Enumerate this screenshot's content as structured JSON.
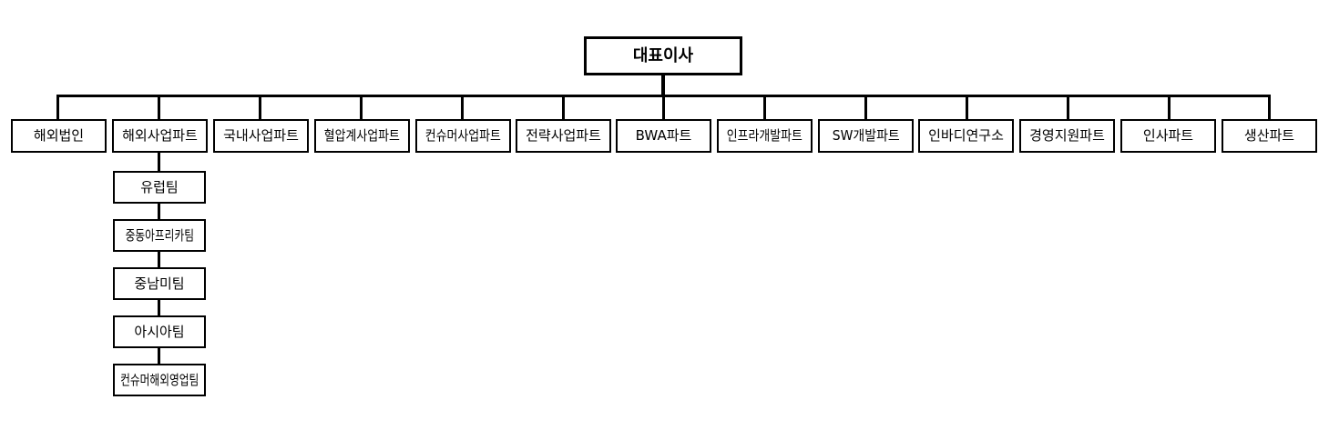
{
  "chart_data": {
    "type": "diagram",
    "diagram_type": "organizational-chart",
    "title": "",
    "orientation": "top-down",
    "root": "대표이사",
    "nodes": [
      "대표이사",
      "해외법인",
      "해외사업파트",
      "국내사업파트",
      "혈압계사업파트",
      "컨슈머사업파트",
      "전략사업파트",
      "BWA파트",
      "인프라개발파트",
      "SW개발파트",
      "인바디연구소",
      "경영지원파트",
      "인사파트",
      "생산파트",
      "유럽팀",
      "중동아프리카팀",
      "중남미팀",
      "아시아팀",
      "컨슈머해외영업팀"
    ],
    "edges": [
      [
        "대표이사",
        "해외법인"
      ],
      [
        "대표이사",
        "해외사업파트"
      ],
      [
        "대표이사",
        "국내사업파트"
      ],
      [
        "대표이사",
        "혈압계사업파트"
      ],
      [
        "대표이사",
        "컨슈머사업파트"
      ],
      [
        "대표이사",
        "전략사업파트"
      ],
      [
        "대표이사",
        "BWA파트"
      ],
      [
        "대표이사",
        "인프라개발파트"
      ],
      [
        "대표이사",
        "SW개발파트"
      ],
      [
        "대표이사",
        "인바디연구소"
      ],
      [
        "대표이사",
        "경영지원파트"
      ],
      [
        "대표이사",
        "인사파트"
      ],
      [
        "대표이사",
        "생산파트"
      ],
      [
        "해외사업파트",
        "유럽팀"
      ],
      [
        "유럽팀",
        "중동아프리카팀"
      ],
      [
        "중동아프리카팀",
        "중남미팀"
      ],
      [
        "중남미팀",
        "아시아팀"
      ],
      [
        "아시아팀",
        "컨슈머해외영업팀"
      ]
    ],
    "colors": {
      "background": "#ffffff",
      "box_fill": "#ffffff",
      "box_border": "#000000",
      "text": "#000000",
      "connector": "#000000"
    }
  },
  "root": {
    "label": "대표이사"
  },
  "departments": [
    {
      "label": "해외법인"
    },
    {
      "label": "해외사업파트"
    },
    {
      "label": "국내사업파트"
    },
    {
      "label": "혈압계사업파트"
    },
    {
      "label": "컨슈머사업파트"
    },
    {
      "label": "전략사업파트"
    },
    {
      "label": "BWA파트"
    },
    {
      "label": "인프라개발파트"
    },
    {
      "label": "SW개발파트"
    },
    {
      "label": "인바디연구소"
    },
    {
      "label": "경영지원파트"
    },
    {
      "label": "인사파트"
    },
    {
      "label": "생산파트"
    }
  ],
  "teams": [
    {
      "label": "유럽팀"
    },
    {
      "label": "중동아프리카팀"
    },
    {
      "label": "중남미팀"
    },
    {
      "label": "아시아팀"
    },
    {
      "label": "컨슈머해외영업팀"
    }
  ]
}
